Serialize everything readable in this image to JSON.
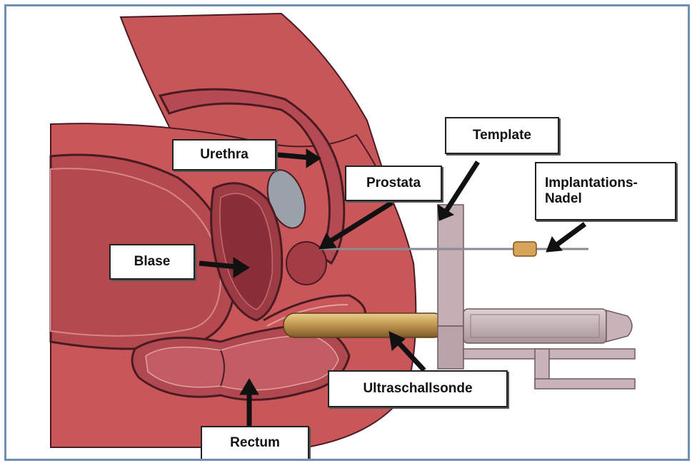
{
  "labels": {
    "urethra": "Urethra",
    "template": "Template",
    "prostata": "Prostata",
    "implantations_nadel_line1": "Implantations-",
    "implantations_nadel_line2": "Nadel",
    "blase": "Blase",
    "ultraschallsonde": "Ultraschallsonde",
    "rectum": "Rectum"
  },
  "colors": {
    "frame_border": "#6f8fb3",
    "tissue": "#c9575a",
    "tissue_dark": "#a8454a",
    "outline": "#4a1a22",
    "bladder": "#9c3b44",
    "urethra_gray": "#9aa1ab",
    "probe": "#b8904a",
    "device": "#c7b3b8"
  }
}
